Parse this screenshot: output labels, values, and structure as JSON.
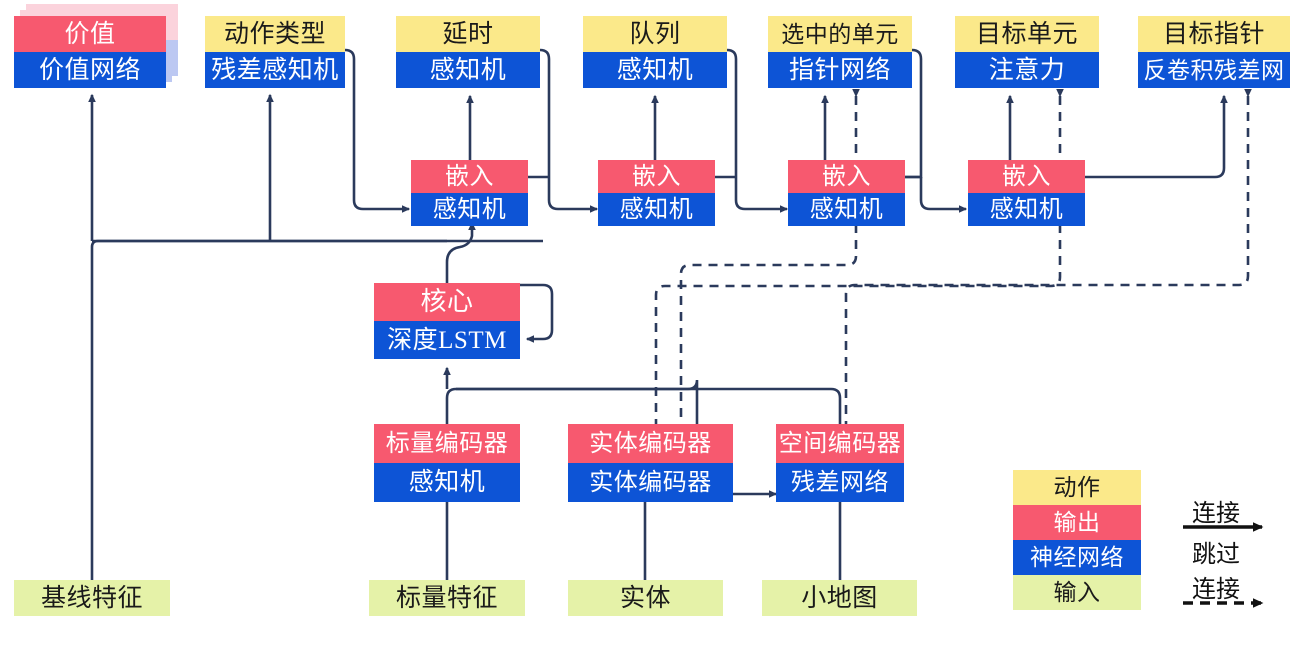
{
  "diagram": {
    "title": "AlphaStar-style agent architecture (Chinese labels)",
    "colors": {
      "action": "#fbe98a",
      "output": "#f7596f",
      "network": "#0d54d6",
      "input": "#e5f2a8",
      "wire": "#2b3a5c",
      "shadow_pink": "#fbd3dc",
      "shadow_blue": "#bcc8f2"
    },
    "nodes": {
      "value": {
        "top": "价值",
        "bottom": "价值网络"
      },
      "action_type": {
        "top": "动作类型",
        "bottom": "残差感知机"
      },
      "delay": {
        "top": "延时",
        "bottom": "感知机"
      },
      "queued": {
        "top": "队列",
        "bottom": "感知机"
      },
      "selected": {
        "top": "选中的单元",
        "bottom": "指针网络"
      },
      "target_unit": {
        "top": "目标单元",
        "bottom": "注意力"
      },
      "target_point": {
        "top": "目标指针",
        "bottom": "反卷积残差网"
      },
      "embed_1": {
        "top": "嵌入",
        "bottom": "感知机"
      },
      "embed_2": {
        "top": "嵌入",
        "bottom": "感知机"
      },
      "embed_3": {
        "top": "嵌入",
        "bottom": "感知机"
      },
      "embed_4": {
        "top": "嵌入",
        "bottom": "感知机"
      },
      "core": {
        "top": "核心",
        "bottom": "深度LSTM"
      },
      "scalar_enc": {
        "top": "标量编码器",
        "bottom": "感知机"
      },
      "entity_enc": {
        "top": "实体编码器",
        "bottom": "实体编码器"
      },
      "spatial_enc": {
        "top": "空间编码器",
        "bottom": "残差网络"
      }
    },
    "inputs": {
      "baseline": "基线特征",
      "scalar_features": "标量特征",
      "entities": "实体",
      "minimap": "小地图"
    },
    "legend": {
      "swatches": [
        {
          "label": "动作",
          "kind": "action"
        },
        {
          "label": "输出",
          "kind": "output"
        },
        {
          "label": "神经网络",
          "kind": "network"
        },
        {
          "label": "输入",
          "kind": "input"
        }
      ],
      "connection_label": "连接",
      "skip_label_line1": "跳过",
      "skip_label_line2": "连接"
    }
  }
}
